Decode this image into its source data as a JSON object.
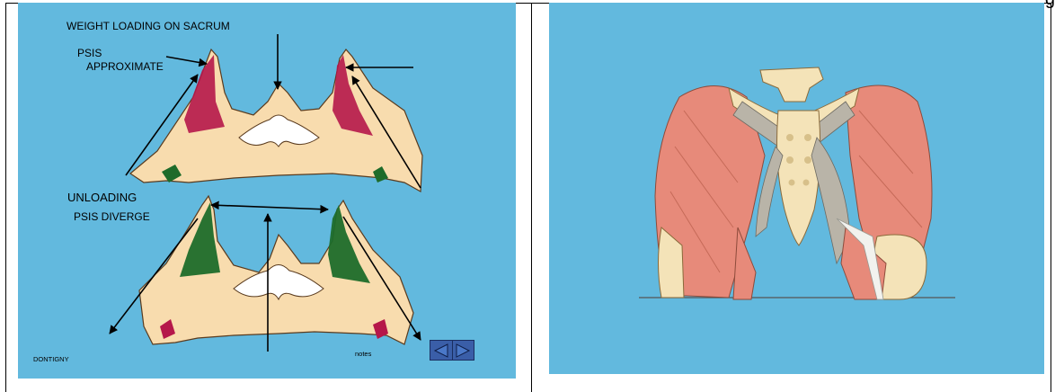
{
  "left_slide": {
    "labels": {
      "weight_loading": "WEIGHT LOADING ON SACRUM",
      "psis": "PSIS",
      "approximate": "APPROXIMATE",
      "unloading": "UNLOADING",
      "psis_diverge": "PSIS DIVERGE",
      "author": "DONTIGNY",
      "notes": "notes"
    },
    "nav": {
      "prev_icon": "triangle-left-icon",
      "next_icon": "triangle-right-icon"
    }
  },
  "right_slide": {
    "illustration": "pelvis-muscles-illustration"
  },
  "colors": {
    "slide_bg": "#62b9de",
    "bone": "#f8dcae",
    "ligament_red": "#b5174a",
    "ligament_green": "#1e6b2a",
    "nav_button": "#3a5ea8"
  }
}
